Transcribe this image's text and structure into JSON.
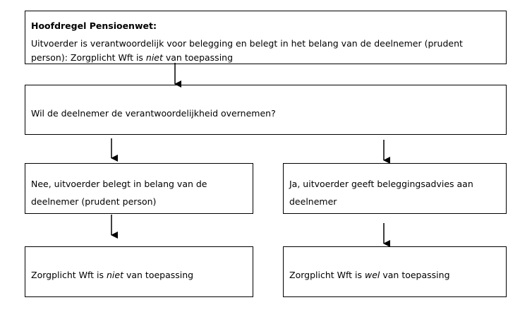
{
  "diagram": {
    "top_box": {
      "title": "Hoofdregel Pensioenwet:",
      "line1": "Uitvoerder is verantwoordelijk voor belegging en belegt in het belang van de deelnemer (prudent",
      "line2_before": "person): Zorgplicht Wft is ",
      "line2_emph": "niet",
      "line2_after": " van toepassing"
    },
    "question_box": {
      "text": "Wil de deelnemer de verantwoordelijkheid overnemen?"
    },
    "left_branch": {
      "line1": "Nee, uitvoerder belegt in belang van de",
      "line2": "deelnemer (prudent person)"
    },
    "right_branch": {
      "line1": "Ja, uitvoerder geeft beleggingsadvies aan",
      "line2": "deelnemer"
    },
    "left_result": {
      "before": "Zorgplicht Wft is ",
      "emph": "niet",
      "after": " van toepassing"
    },
    "right_result": {
      "before": "Zorgplicht Wft is ",
      "emph": "wel",
      "after": " van toepassing"
    }
  }
}
